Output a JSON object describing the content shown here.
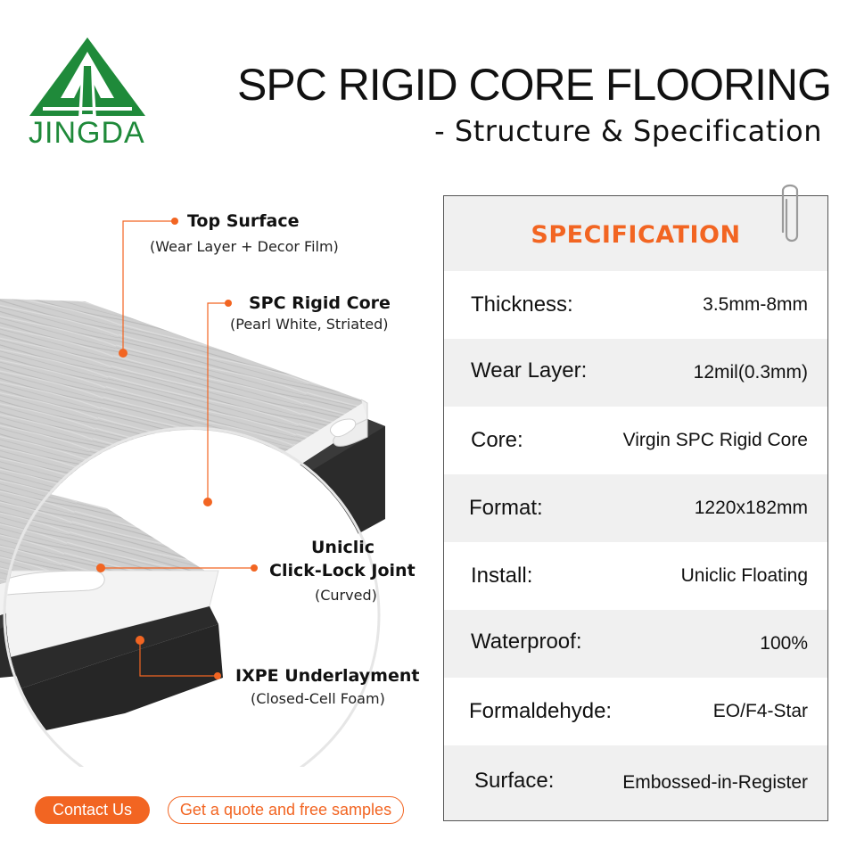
{
  "brand": {
    "name": "JINGDA"
  },
  "header": {
    "title": "SPC RIGID CORE FLOORING",
    "subtitle": "- Structure & Specification"
  },
  "callouts": [
    {
      "title": "Top Surface",
      "subtitle": "(Wear Layer + Decor Film)"
    },
    {
      "title": "SPC Rigid Core",
      "subtitle": "(Pearl White, Striated)"
    },
    {
      "title": "Uniclic",
      "title2": "Click-Lock Joint",
      "subtitle": "(Curved)"
    },
    {
      "title": "IXPE Underlayment",
      "subtitle": "(Closed-Cell Foam)"
    }
  ],
  "specification": {
    "heading": "SPECIFICATION",
    "rows": [
      {
        "label": "Thickness:",
        "value": "3.5mm-8mm"
      },
      {
        "label": "Wear Layer:",
        "value": "12mil(0.3mm)"
      },
      {
        "label": "Core:",
        "value": "Virgin SPC Rigid Core"
      },
      {
        "label": "Format:",
        "value": "1220x182mm"
      },
      {
        "label": "Install:",
        "value": "Uniclic Floating"
      },
      {
        "label": "Waterproof:",
        "value": "100%"
      },
      {
        "label": "Formaldehyde:",
        "value": "EO/F4-Star"
      },
      {
        "label": "Surface:",
        "value": "Embossed-in-Register"
      }
    ]
  },
  "buttons": {
    "contact_label": "Contact Us",
    "quote_label": "Get a quote and free samples"
  },
  "colors": {
    "accent": "#f26522",
    "brand_green": "#1f8a3a",
    "row_alt": "#f0f0f0",
    "underlay": "#2b2b2b"
  }
}
